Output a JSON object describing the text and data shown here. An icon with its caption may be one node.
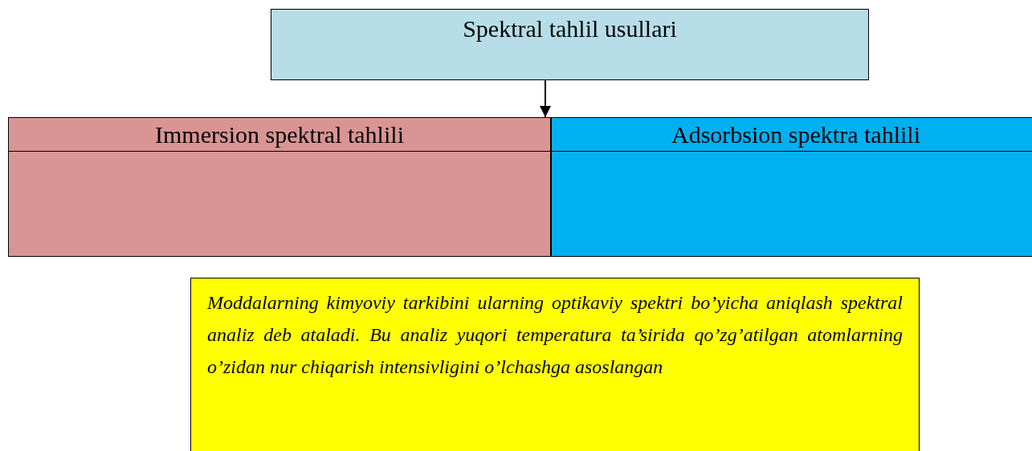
{
  "diagram": {
    "nodes": [
      {
        "text": [
          "Spektral tahlil usullari"
        ]
      },
      {
        "text": [
          "Immersion spektral tahlili"
        ]
      },
      {
        "text": [
          "Adsorbsion spektra tahlili"
        ]
      },
      {
        "text": [
          "Moddalarning kimyoviy tarkibini ularning optikaviy spektri bo’yicha aniqlash spektral analiz deb ataladi. Bu analiz yuqori temperatura ta’sirida qo’zg’atilgan atomlarning o’zidan nur chiqarish intensivligini o’lchashga asoslangan"
        ]
      }
    ],
    "edges": [
      {
        "from": 0,
        "to": 1,
        "arrow": "to"
      }
    ]
  }
}
